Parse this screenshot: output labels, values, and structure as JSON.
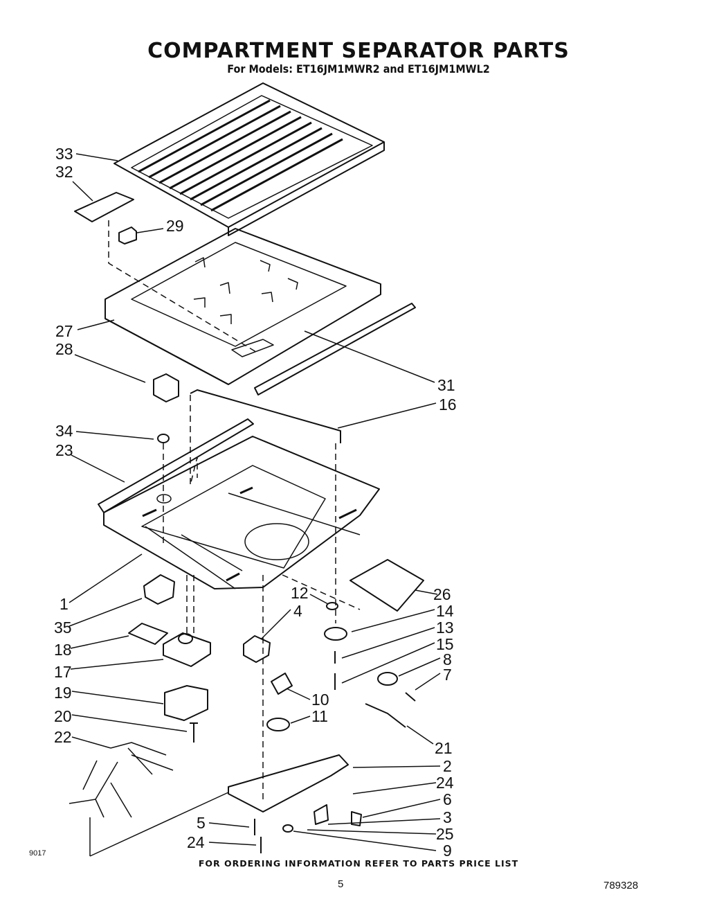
{
  "header": {
    "title": "COMPARTMENT SEPARATOR PARTS",
    "subtitle": "For Models: ET16JM1MWR2  and ET16JM1MWL2"
  },
  "callouts": [
    "33",
    "32",
    "29",
    "27",
    "28",
    "31",
    "16",
    "34",
    "23",
    "1",
    "35",
    "18",
    "17",
    "19",
    "20",
    "22",
    "12",
    "26",
    "4",
    "14",
    "13",
    "15",
    "8",
    "7",
    "10",
    "11",
    "21",
    "2",
    "24",
    "6",
    "3",
    "25",
    "5",
    "24",
    "9"
  ],
  "footer": {
    "ordering_note": "FOR ORDERING INFORMATION REFER TO PARTS PRICE LIST",
    "page_number": "5",
    "document_number": "789328",
    "code": "9017"
  }
}
